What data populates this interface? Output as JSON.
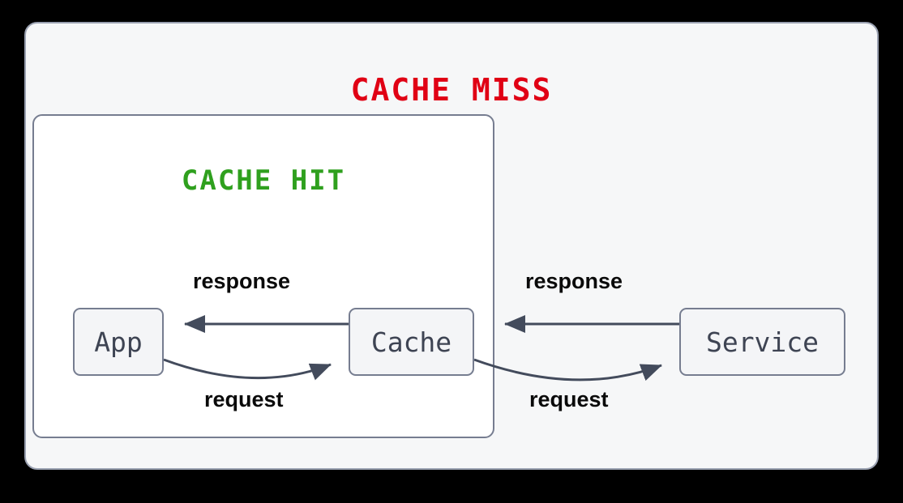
{
  "diagram": {
    "outer_group": {
      "title": "CACHE MISS",
      "title_color": "#e00014"
    },
    "inner_group": {
      "title": "CACHE HIT",
      "title_color": "#2fa01e"
    },
    "nodes": [
      {
        "id": "app",
        "label": "App"
      },
      {
        "id": "cache",
        "label": "Cache"
      },
      {
        "id": "service",
        "label": "Service"
      }
    ],
    "edges": [
      {
        "id": "cache-to-app",
        "label": "response",
        "from": "cache",
        "to": "app",
        "style": "straight",
        "direction": "left"
      },
      {
        "id": "app-to-cache",
        "label": "request",
        "from": "app",
        "to": "cache",
        "style": "curved",
        "direction": "right"
      },
      {
        "id": "service-to-cache",
        "label": "response",
        "from": "service",
        "to": "cache",
        "style": "straight",
        "direction": "left"
      },
      {
        "id": "cache-to-service",
        "label": "request",
        "from": "cache",
        "to": "service",
        "style": "curved",
        "direction": "right"
      }
    ],
    "colors": {
      "canvas_background": "#000000",
      "outer_fill": "#f6f7f8",
      "inner_fill": "#ffffff",
      "node_fill": "#f4f5f7",
      "border": "#767d90",
      "arrow": "#434b5c",
      "label_text": "#0a0a0a",
      "node_text": "#3e4453"
    }
  }
}
